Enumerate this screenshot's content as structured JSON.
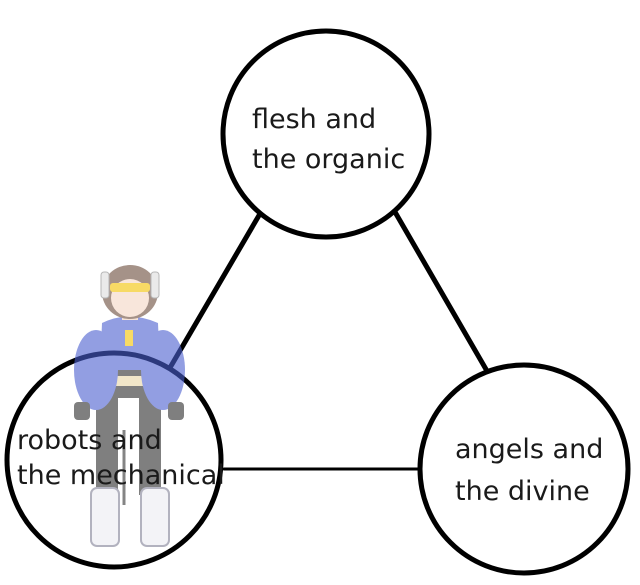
{
  "diagram": {
    "nodes": [
      {
        "id": "flesh",
        "line1": "flesh and",
        "line2": "the organic"
      },
      {
        "id": "robots",
        "line1": "robots and",
        "line2": "the mechanical"
      },
      {
        "id": "angels",
        "line1": "angels and",
        "line2": "the divine"
      }
    ],
    "edges": [
      {
        "from": "flesh",
        "to": "robots"
      },
      {
        "from": "flesh",
        "to": "angels"
      },
      {
        "from": "robots",
        "to": "angels"
      }
    ],
    "colors": {
      "stroke": "#000000",
      "node_fill": "#ffffff",
      "text": "#1a1a1a",
      "figure_jacket": "#4a5fd0",
      "figure_hair": "#6b4a3a",
      "figure_leggings": "#2b2b2b",
      "figure_visor": "#f2c200"
    },
    "figure": {
      "icon": "anime-girl-character-icon"
    }
  }
}
